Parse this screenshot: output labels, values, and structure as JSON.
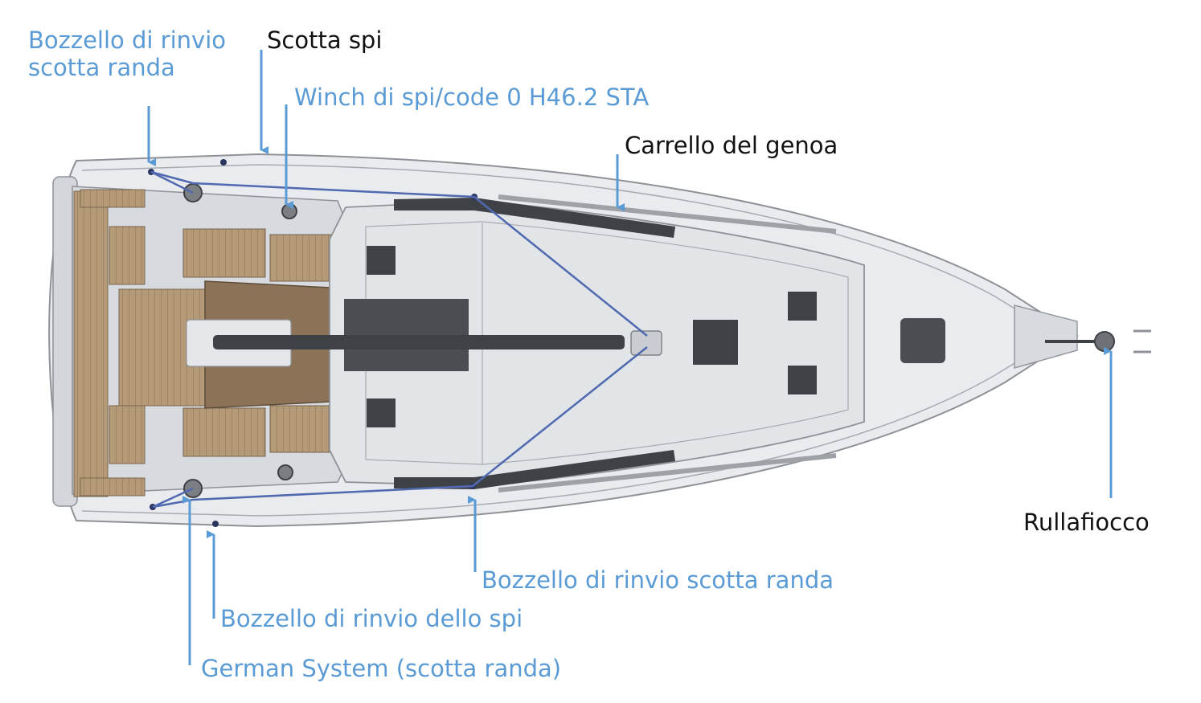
{
  "colors": {
    "accent": "#5B9BD5",
    "text_dark": "#111111",
    "hull": "#E9EBEE",
    "hull_stroke": "#8E9297",
    "deck": "#DCDFE3",
    "teak": "#B59A78",
    "dark_part": "#3E4246",
    "rig_line": "#5069B0"
  },
  "labels": {
    "block_main_top_1": "Bozzello di rinvio",
    "block_main_top_2": "scotta randa",
    "scotta_spi": "Scotta spi",
    "winch": "Winch di spi/code 0 H46.2 STA",
    "carrello": "Carrello del genoa",
    "rullafiocco": "Rullafiocco",
    "block_main_bottom": "Bozzello di rinvio  scotta randa",
    "block_spi": "Bozzello di rinvio dello spi",
    "german": "German System (scotta randa)"
  }
}
